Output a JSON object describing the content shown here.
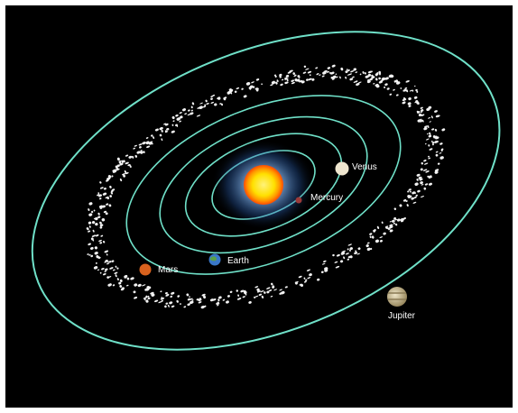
{
  "colors": {
    "space": "#000000",
    "orbit": "#6fe0c8",
    "sun_core": "#ffe000",
    "sun_ring": "#ff5a00",
    "glow": "#5aa8ff",
    "asteroid": "#f2f2f2",
    "label": "#ffffff"
  },
  "bodies": [
    {
      "key": "sun",
      "label": "",
      "icon": "sun-icon"
    },
    {
      "key": "mercury",
      "label": "Mercury",
      "icon": "mercury-planet-icon",
      "color": "#9b3a3a"
    },
    {
      "key": "venus",
      "label": "Venus",
      "icon": "venus-planet-icon",
      "color": "#efe6cf"
    },
    {
      "key": "earth",
      "label": "Earth",
      "icon": "earth-planet-icon",
      "color": "#3a78c8"
    },
    {
      "key": "mars",
      "label": "Mars",
      "icon": "mars-planet-icon",
      "color": "#d8621e"
    },
    {
      "key": "jupiter",
      "label": "Jupiter",
      "icon": "jupiter-planet-icon",
      "color": "#cfc29a"
    }
  ],
  "asteroid_belt": {
    "icon": "asteroid-belt-icon"
  }
}
